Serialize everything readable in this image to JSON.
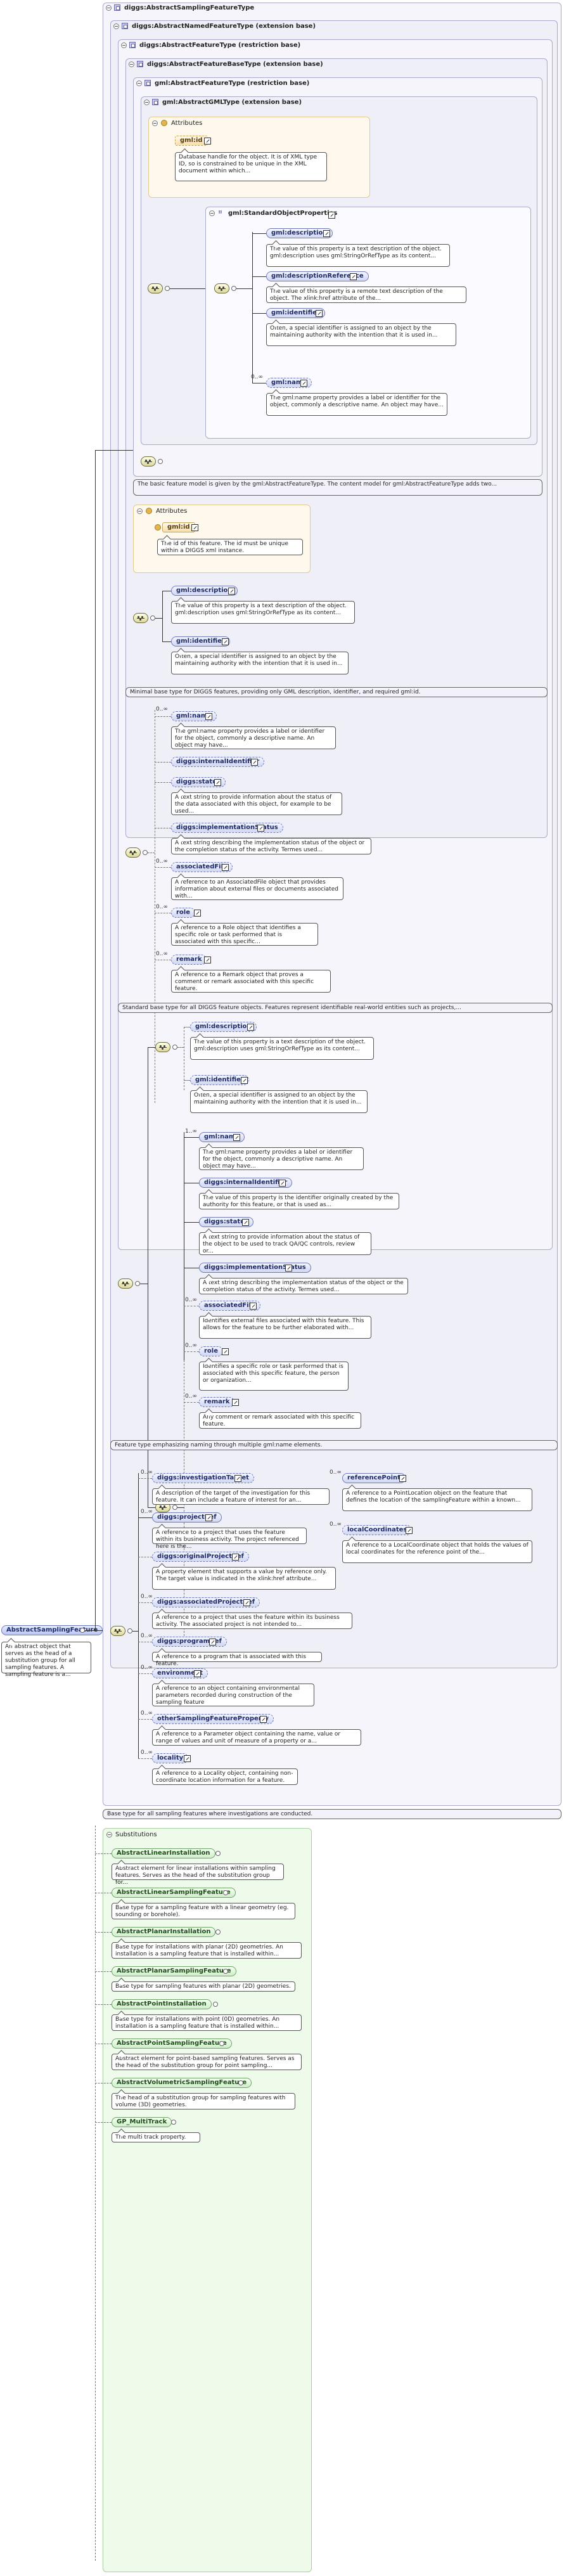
{
  "root": {
    "name": "AbstractSamplingFeature",
    "doc": "An abstract object that serves as the head of a substitution group for all sampling features. A sampling feature is a...",
    "type_name": "diggs:AbstractSamplingFeatureType",
    "type_doc": "Base type for all sampling features where investigations are conducted."
  },
  "named_type": {
    "title": "diggs:AbstractNamedFeatureType (extension base)",
    "doc": "Feature type emphasizing naming through multiple gml:name elements."
  },
  "restr_type": {
    "title": "diggs:AbstractFeatureType (restriction base)"
  },
  "diggs_base": {
    "title": "diggs:AbstractFeatureBaseType (extension base)",
    "doc": "Minimal base type for DIGGS features, providing only GML description, identifier, and required gml:id."
  },
  "gml_feature": {
    "title": "gml:AbstractFeatureType (restriction base)",
    "doc": "The basic feature model is given by the gml:AbstractFeatureType. The content model for gml:AbstractFeatureType adds two..."
  },
  "gml_gml": {
    "title": "gml:AbstractGMLType (extension base)"
  },
  "attrs1": {
    "label": "Attributes",
    "item": "gml:id",
    "doc": "Database handle for the object. It is of XML type ID, so is constrained to be unique in the XML document within which..."
  },
  "std_props": {
    "label": "gml:StandardObjectProperties",
    "items": [
      {
        "name": "gml:description",
        "doc": "The value of this property is a text description of the object. gml:description uses gml:StringOrRefType as its content..."
      },
      {
        "name": "gml:descriptionReference",
        "doc": "The value of this property is a remote text description of the object. The xlink:href attribute of the..."
      },
      {
        "name": "gml:identifier",
        "doc": "Often, a special identifier is assigned to an object by the maintaining authority with the intention that it is used in..."
      },
      {
        "name": "gml:name",
        "card": "0..∞",
        "doc": "The gml:name property provides a label or identifier for the object, commonly a descriptive name. An object may have..."
      }
    ]
  },
  "attrs2": {
    "label": "Attributes",
    "item": "gml:id",
    "doc": "The id of this feature. The id must be unique within a DIGGS xml instance."
  },
  "base_seq": [
    {
      "name": "gml:description",
      "doc": "The value of this property is a text description of the object. gml:description uses gml:StringOrRefType as its content..."
    },
    {
      "name": "gml:identifier",
      "doc": "Often, a special identifier is assigned to an object by the maintaining authority with the intention that it is used in..."
    }
  ],
  "restr_seq": [
    {
      "name": "gml:name",
      "card": "0..∞",
      "doc": "The gml:name property provides a label or identifier for the object, commonly a descriptive name. An object may have..."
    },
    {
      "name": "diggs:internalIdentifier",
      "doc": ""
    },
    {
      "name": "diggs:status",
      "doc": "A text string to provide information about the status of the data associated with this object, for example to be used..."
    },
    {
      "name": "diggs:implementationStatus",
      "doc": "A text string describing the implementation status of the object or the completion status of the activity. Termes used..."
    },
    {
      "name": "associatedFile",
      "card": "0..∞",
      "doc": "A reference to an AssociatedFile object that provides information about external files or documents associated with..."
    },
    {
      "name": "role",
      "card": "0..∞",
      "doc": "A reference to a Role object that identifies a specific role or task performed that is associated with this specific..."
    },
    {
      "name": "remark",
      "card": "0..∞",
      "doc": "A reference to a Remark object that proves a comment or remark associated with this specific feature."
    }
  ],
  "restr_doc": "Standard base type for all DIGGS feature objects. Features represent identifiable real-world entities such as projects,...",
  "named_seq1": [
    {
      "name": "gml:description",
      "doc": "The value of this property is a text description of the object. gml:description uses gml:StringOrRefType as its content..."
    },
    {
      "name": "gml:identifier",
      "doc": "Often, a special identifier is assigned to an object by the maintaining authority with the intention that it is used in..."
    }
  ],
  "named_seq2": [
    {
      "name": "gml:name",
      "card": "1..∞",
      "doc": "The gml:name property provides a label or identifier for the object, commonly a descriptive name. An object may have..."
    },
    {
      "name": "diggs:internalIdentifier",
      "doc": "The value of this property is the identifier originally created by the authority for this feature, or that is used as..."
    },
    {
      "name": "diggs:status",
      "doc": "A text string to provide information about the status of the object to be used to track QA/QC controls, review or..."
    },
    {
      "name": "diggs:implementationStatus",
      "doc": "A text string describing the implementation status of the object or the completion status of the activity. Termes used..."
    },
    {
      "name": "associatedFile",
      "card": "0..∞",
      "doc": "Identifies external files associated with this feature. This allows for the feature to be further elaborated with..."
    },
    {
      "name": "role",
      "card": "0..∞",
      "doc": "Identifies a specific role or task performed that is associated with this specific feature, the person or organization..."
    },
    {
      "name": "remark",
      "card": "0..∞",
      "doc": "Any comment or remark associated with this specific feature."
    }
  ],
  "own_seq": [
    {
      "name": "diggs:investigationTarget",
      "card": "0..∞",
      "doc": "A description of the target of the investigation for this feature. It can include a feature of interest for an..."
    },
    {
      "name": "diggs:projectRef",
      "card": "0..∞",
      "doc": "A reference to a project that uses the feature within its business activity. The project referenced here is the..."
    },
    {
      "name": "diggs:originalProjectRef",
      "doc": "A property element that supports a value by reference only. The target value is indicated in the xlink:href attribute..."
    },
    {
      "name": "diggs:associatedProjectRef",
      "card": "0..∞",
      "doc": "A reference to a project that uses the feature within its business activity. The associated project is not intended to..."
    },
    {
      "name": "diggs:programRef",
      "card": "0..∞",
      "doc": "A reference to a program that is associated with this feature."
    },
    {
      "name": "environment",
      "card": "0..∞",
      "doc": "A reference to an object containing environmental parameters recorded during construction of the sampling feature"
    },
    {
      "name": "otherSamplingFeatureProperty",
      "card": "0..∞",
      "doc": "A reference to a Parameter object containing the name, value or range of values and unit of measure of a property or a..."
    },
    {
      "name": "locality",
      "card": "0..∞",
      "doc": "A reference to a Locality object, containing non-coordinate location information for a feature."
    },
    {
      "name": "referencePoint",
      "card": "0..∞",
      "doc": "A reference to a PointLocation object on the feature that defines the location of the samplingFeature within a known..."
    },
    {
      "name": "localCoordinates",
      "card": "0..∞",
      "doc": "A reference to a LocalCoordinate object that holds the values of local coordinates for the reference point of the..."
    }
  ],
  "substitutions": {
    "label": "Substitutions",
    "items": [
      {
        "name": "AbstractLinearInstallation",
        "doc": "Abstract element for linear installations within sampling features. Serves as the head of the substitution group for..."
      },
      {
        "name": "AbstractLinearSamplingFeature",
        "doc": "Base type for a sampling feature with a linear geometry (eg. sounding or borehole)."
      },
      {
        "name": "AbstractPlanarInstallation",
        "doc": "Base type for installations with planar (2D) geometries. An installation is a sampling feature that is installed within..."
      },
      {
        "name": "AbstractPlanarSamplingFeature",
        "doc": "Base type for sampling features with planar (2D) geometries."
      },
      {
        "name": "AbstractPointInstallation",
        "doc": "Base type for installations with point (0D) geometries. An installation is a sampling feature that is installed within..."
      },
      {
        "name": "AbstractPointSamplingFeature",
        "doc": "Abstract element for point-based sampling features. Serves as the head of the substitution group for point sampling..."
      },
      {
        "name": "AbstractVolumetricSamplingFeature",
        "doc": "The head of a substitution group for sampling features with volume (3D) geometries."
      },
      {
        "name": "GP_MultiTrack",
        "doc": "The multi track property."
      }
    ]
  }
}
